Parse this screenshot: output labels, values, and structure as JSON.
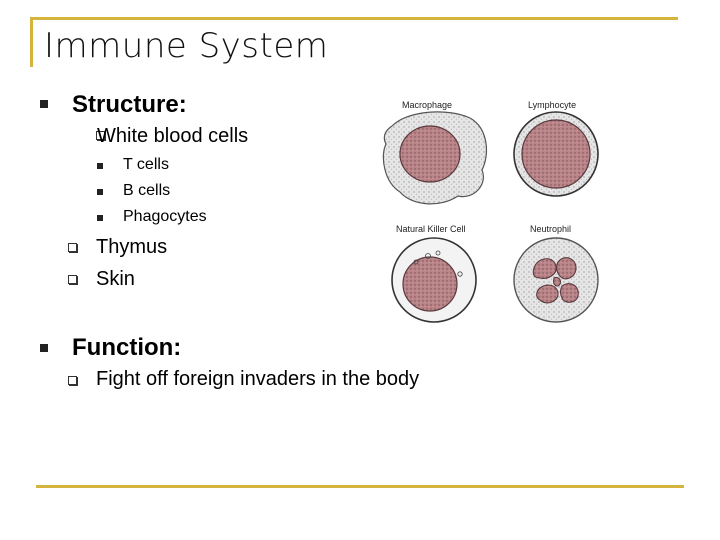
{
  "title": "Immune System",
  "structure": {
    "heading": "Structure:",
    "items": [
      {
        "text": "White blood cells",
        "subitems": [
          "T cells",
          "B cells",
          "Phagocytes"
        ]
      },
      {
        "text": "Thymus"
      },
      {
        "text": "Skin"
      }
    ]
  },
  "function": {
    "heading": "Function:",
    "items": [
      "Fight off foreign invaders in the body"
    ]
  },
  "figure": {
    "labels": [
      "Macrophage",
      "Lymphocyte",
      "Natural Killer Cell",
      "Neutrophil"
    ]
  },
  "colors": {
    "accent": "#d4b43c",
    "cell_nucleus": "#b07a7e",
    "cell_body": "#e8e8e8"
  }
}
